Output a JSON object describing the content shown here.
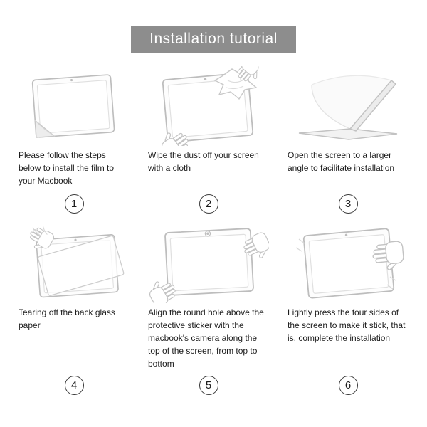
{
  "header": {
    "title": "Installation tutorial"
  },
  "colors": {
    "banner_gray": "#8d8d8d",
    "line_art_gray": "#c2c2c2"
  },
  "steps": [
    {
      "number": "1",
      "text": "Please follow the steps below to install the film to your Macbook",
      "illustration": "macbook-screen-with-film-corner-peeling"
    },
    {
      "number": "2",
      "text": "Wipe the dust off your screen with a cloth",
      "illustration": "hands-wiping-screen-with-cloth"
    },
    {
      "number": "3",
      "text": "Open the screen to a larger angle to facilitate installation",
      "illustration": "laptop-opened-to-wide-angle"
    },
    {
      "number": "4",
      "text": "Tearing off the back glass paper",
      "illustration": "hand-tearing-back-glass-paper"
    },
    {
      "number": "5",
      "text": "Align the round hole above the protective sticker with the macbook's camera along the top of the screen, from top to bottom",
      "illustration": "hands-aligning-film-with-camera"
    },
    {
      "number": "6",
      "text": "Lightly press the four sides of the screen to make it stick, that is, complete the installation",
      "illustration": "hand-pressing-screen-sides"
    }
  ]
}
